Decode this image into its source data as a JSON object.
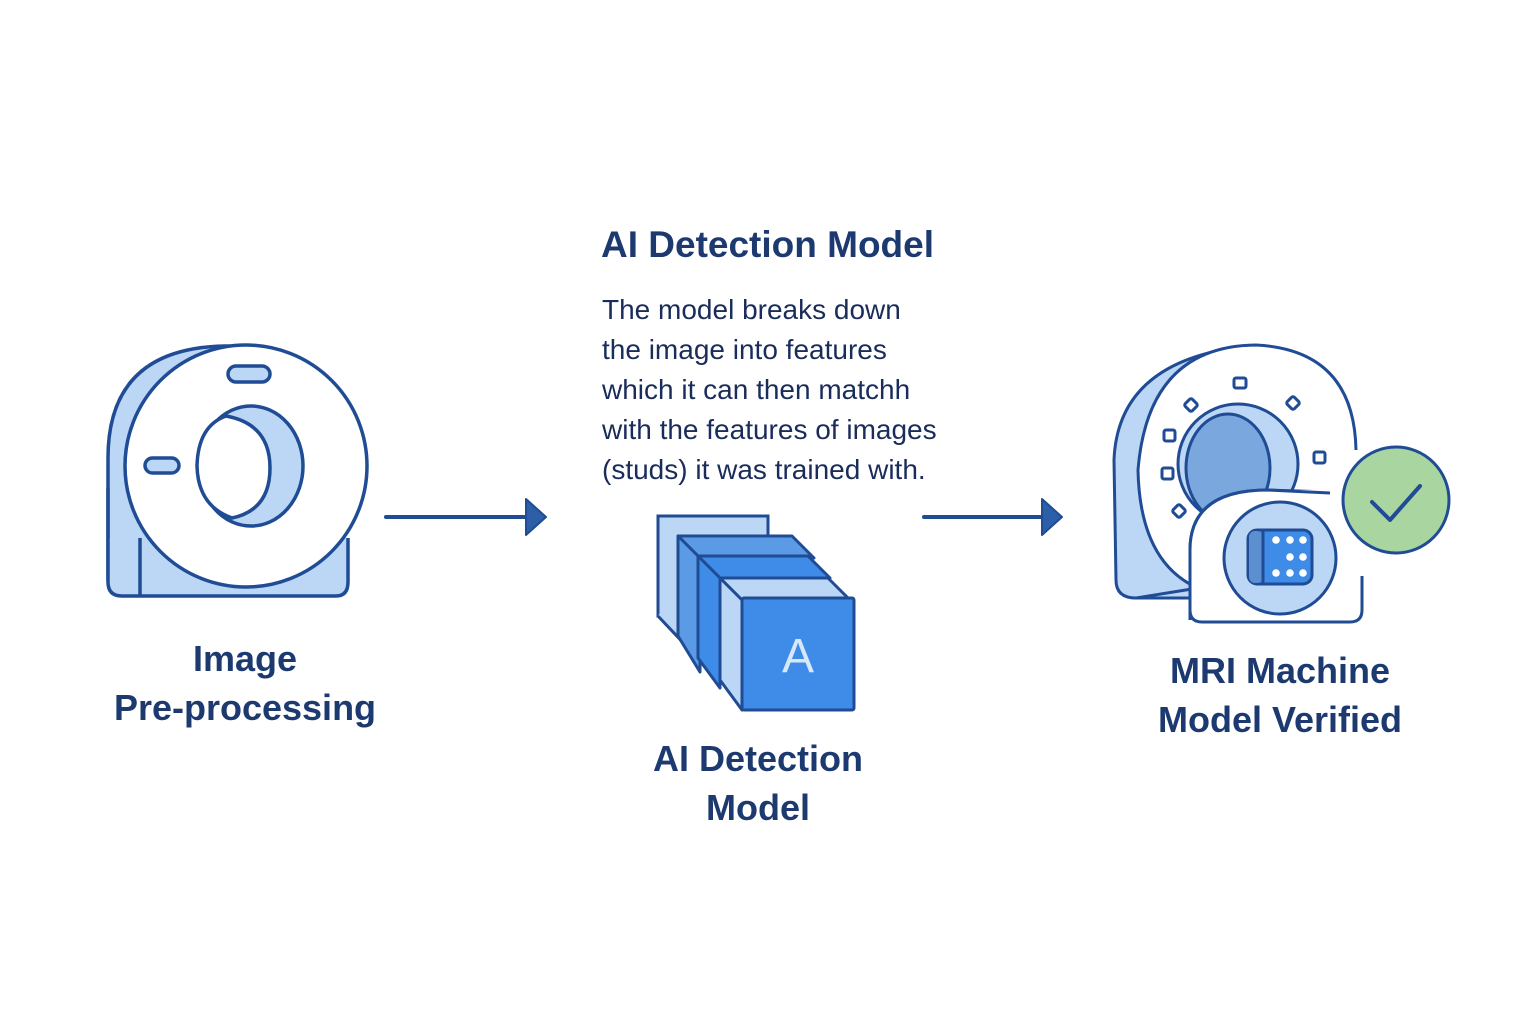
{
  "diagram": {
    "steps": [
      {
        "label_lines": [
          "Image",
          "Pre-processing"
        ],
        "icon": "ct-scanner-icon"
      },
      {
        "label_lines": [
          "AI Detection",
          "Model"
        ],
        "icon": "layered-model-stack-icon",
        "icon_letter": "A"
      },
      {
        "label_lines": [
          "MRI Machine",
          "Model Verified"
        ],
        "icon": "mri-machine-verified-icon"
      }
    ],
    "description": {
      "heading": "AI Detection Model",
      "lines": [
        "The model breaks down",
        "the image into features",
        "which it can then matchh",
        "with the features of images",
        "(studs) it was trained with."
      ]
    },
    "arrows": [
      {
        "from": "Image Pre-processing",
        "to": "AI Detection Model",
        "icon": "arrow-right-icon"
      },
      {
        "from": "AI Detection Model",
        "to": "MRI Machine Model Verified",
        "icon": "arrow-right-icon"
      }
    ],
    "colors": {
      "stroke": "#1f4c94",
      "light_fill": "#bcd6f5",
      "mid_fill": "#7aa7dd",
      "bright_fill": "#3f8be8",
      "check_fill": "#a8d5a0",
      "text": "#1d3a70"
    }
  }
}
